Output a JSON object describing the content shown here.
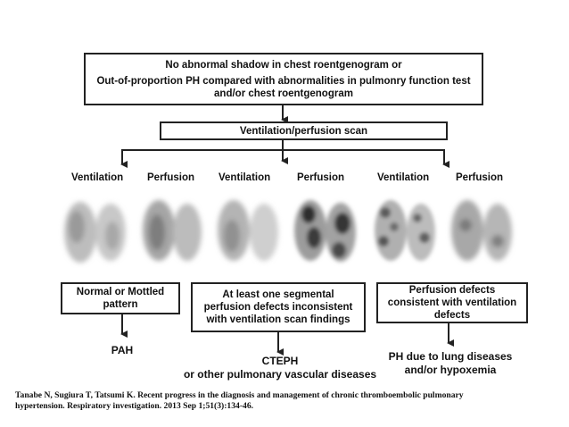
{
  "top_box": {
    "line1": "No abnormal shadow in chest roentgenogram or",
    "line2": "Out-of-proportion PH compared with abnormalities in  pulmonry function test",
    "line3": "and/or chest roentgenogram"
  },
  "scan_box": {
    "label": "Ventilation/perfusion scan"
  },
  "scan_labels": [
    "Ventilation",
    "Perfusion",
    "Ventilation",
    "Perfusion",
    "Ventilation",
    "Perfusion"
  ],
  "findings": {
    "left": [
      "Normal or Mottled",
      "pattern"
    ],
    "middle": [
      "At least one segmental",
      "perfusion defects inconsistent",
      "with ventilation scan findings"
    ],
    "right": [
      "Perfusion defects",
      "consistent with ventilation",
      "defects"
    ]
  },
  "outcomes": {
    "left": "PAH",
    "middle_line1": "CTEPH",
    "middle_line2": "or other pulmonary vascular diseases",
    "right_line1": "PH due to lung diseases",
    "right_line2": "and/or hypoxemia"
  },
  "citation": {
    "line1": "Tanabe N, Sugiura T, Tatsumi K. Recent progress in the diagnosis and management of chronic thromboembolic pulmonary",
    "line2": "hypertension. Respiratory investigation. 2013 Sep 1;51(3):134-46."
  }
}
